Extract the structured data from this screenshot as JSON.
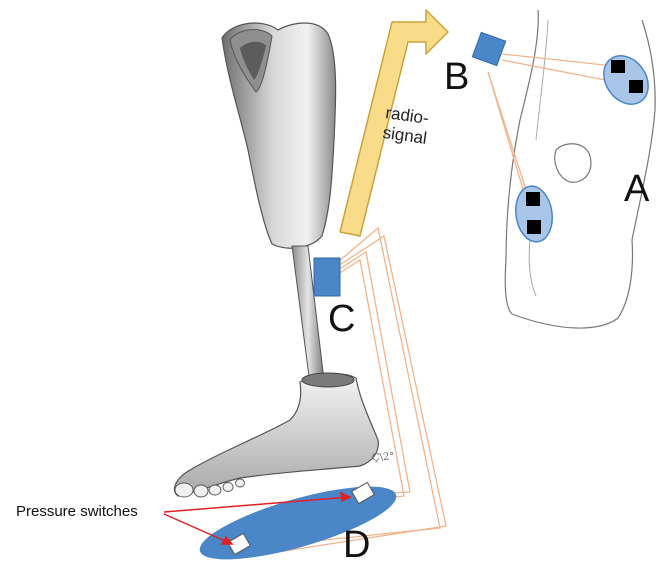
{
  "labels": {
    "a": "A",
    "b": "B",
    "c": "C",
    "d": "D"
  },
  "radio_signal": {
    "line1": "radio-",
    "line2": "signal"
  },
  "pressure_switches": "Pressure switches",
  "signature": "Ç\\2°",
  "colors": {
    "sensor_blue": "#4a86c8",
    "sensor_light": "#a9c6e8",
    "wire_orange": "#f2b48c",
    "arrow_yellow": "#f8dc8a",
    "arrow_outline": "#c9a23a",
    "pointer_red": "#e02020",
    "sketch_gray": "#9a9a9a"
  }
}
